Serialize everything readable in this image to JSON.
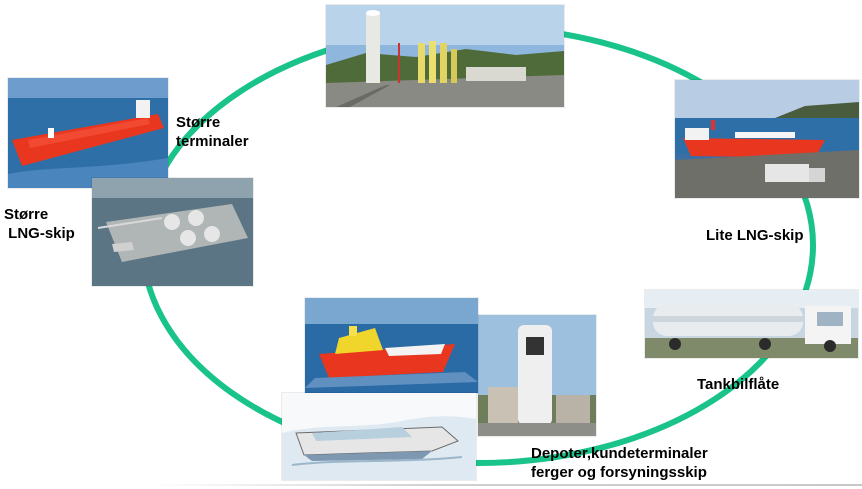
{
  "colors": {
    "ring": "#19c38a",
    "sea": "#2f6fa8",
    "hull_red": "#e8361f",
    "sky": "#b9d3ea"
  },
  "labels": {
    "large_terminals": "Større\nterminaler",
    "large_lng_ships": "Større\n LNG-skip",
    "small_lng_ship": "Lite LNG-skip",
    "truck_fleet": "Tankbilflåte",
    "depots": "Depoter,kundeterminaler\nferger og forsyningsskip"
  },
  "photos": [
    "lng-terminal-tanks-photo",
    "small-lng-ship-photo",
    "tank-truck-photo",
    "depot-silo-photo",
    "supply-vessel-photo",
    "ferry-illustration",
    "large-lng-carrier-photo",
    "offshore-terminal-aerial-photo"
  ]
}
